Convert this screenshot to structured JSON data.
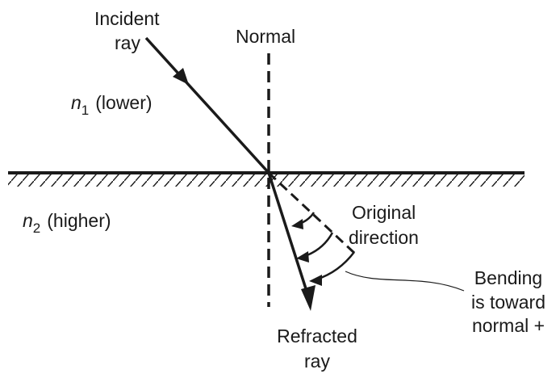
{
  "labels": {
    "incident_line1": "Incident",
    "incident_line2": "ray",
    "normal": "Normal",
    "n1_symbol": "n",
    "n1_subscript": "1",
    "n1_qualifier": "(lower)",
    "n2_symbol": "n",
    "n2_subscript": "2",
    "n2_qualifier": "(higher)",
    "original_line1": "Original",
    "original_line2": "direction",
    "bending_line1": "Bending",
    "bending_line2": "is toward",
    "bending_line3": "normal +",
    "refracted_line1": "Refracted",
    "refracted_line2": "ray"
  },
  "colors": {
    "ink": "#1a1a1a",
    "background": "#ffffff"
  }
}
